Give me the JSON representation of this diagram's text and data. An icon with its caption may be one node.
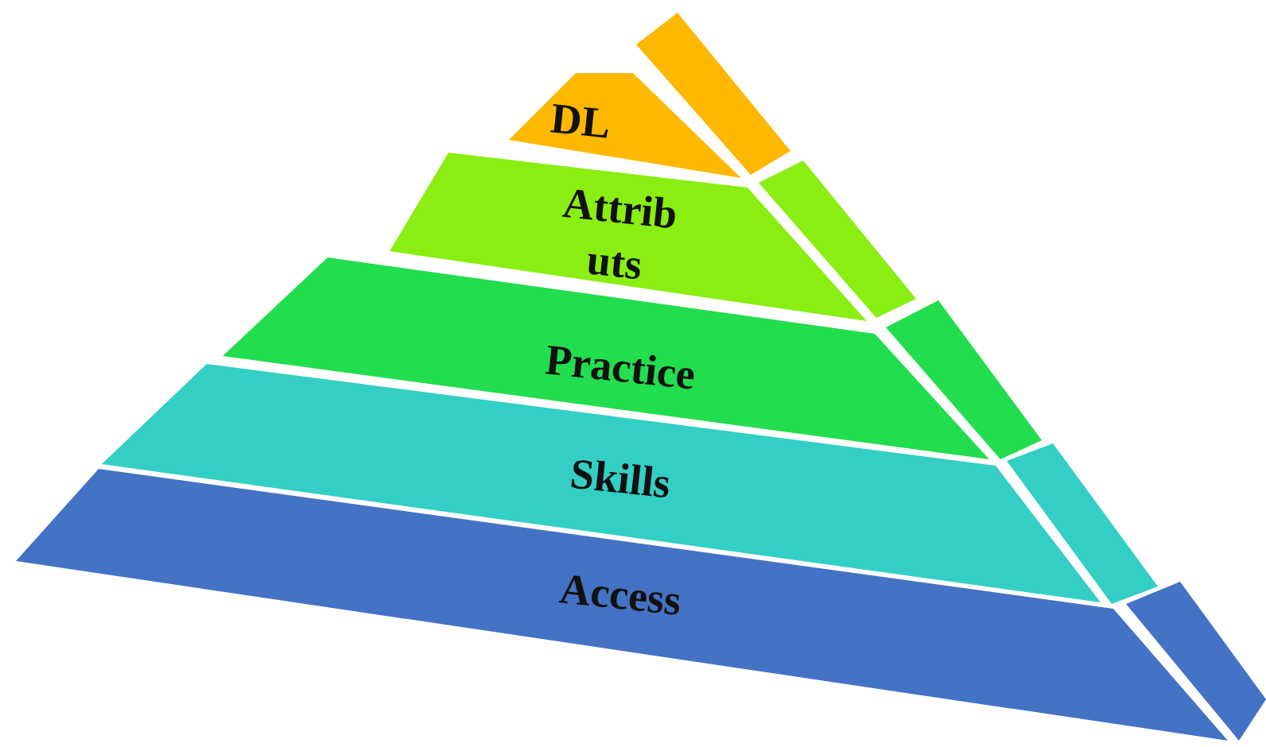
{
  "diagram": {
    "nodes": [
      {
        "text": [
          "DL"
        ]
      },
      {
        "text": [
          "Attrib uts"
        ]
      },
      {
        "text": [
          "Practice"
        ]
      },
      {
        "text": [
          "Skills"
        ]
      },
      {
        "text": [
          "Access"
        ]
      }
    ]
  }
}
